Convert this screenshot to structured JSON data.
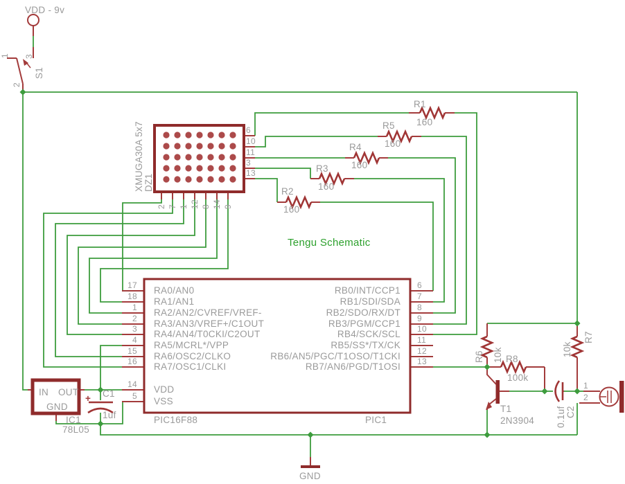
{
  "title": "Tengu Schematic",
  "colors": {
    "wire_green": "#3d9c3d",
    "symbol_red": "#a33b3b",
    "symbol_dark_red": "#8f2b2b",
    "led_dot_red": "#ac4a4a",
    "label_gray": "#9a9a9a",
    "title_green": "#2ca02c",
    "background": "#ffffff"
  },
  "power": {
    "label": "VDD - 9v",
    "switch": {
      "name": "S1",
      "pin1": "1",
      "pin2": "2",
      "pin3": "3"
    }
  },
  "matrix": {
    "part": "XMUGA30A 5x7",
    "name": "DZ1",
    "right_pins": [
      "6",
      "10",
      "11",
      "3",
      "13"
    ],
    "bottom_pins": [
      "2",
      "7",
      "1",
      "12",
      "8",
      "14",
      "9"
    ]
  },
  "resistors": {
    "r1": {
      "name": "R1",
      "value": "160"
    },
    "r2": {
      "name": "R2",
      "value": "160"
    },
    "r3": {
      "name": "R3",
      "value": "160"
    },
    "r4": {
      "name": "R4",
      "value": "160"
    },
    "r5": {
      "name": "R5",
      "value": "160"
    },
    "r6": {
      "name": "R6",
      "value": "10k"
    },
    "r7": {
      "name": "R7",
      "value": "10k"
    },
    "r8": {
      "name": "R8",
      "value": "100k"
    }
  },
  "mcu": {
    "part": "PIC16F88",
    "name": "PIC1",
    "left_pins": [
      {
        "num": "17",
        "label": "RA0/AN0"
      },
      {
        "num": "18",
        "label": "RA1/AN1"
      },
      {
        "num": "1",
        "label": "RA2/AN2/CVREF/VREF-"
      },
      {
        "num": "2",
        "label": "RA3/AN3/VREF+/C1OUT"
      },
      {
        "num": "3",
        "label": "RA4/AN4/T0CKI/C2OUT"
      },
      {
        "num": "4",
        "label": "RA5/MCRL*/VPP"
      },
      {
        "num": "15",
        "label": "RA6/OSC2/CLKO"
      },
      {
        "num": "16",
        "label": "RA7/OSC1/CLKI"
      }
    ],
    "right_pins": [
      {
        "num": "6",
        "label": "RB0/INT/CCP1"
      },
      {
        "num": "7",
        "label": "RB1/SDI/SDA"
      },
      {
        "num": "8",
        "label": "RB2/SDO/RX/DT"
      },
      {
        "num": "9",
        "label": "RB3/PGM/CCP1"
      },
      {
        "num": "10",
        "label": "RB4/SCK/SCL"
      },
      {
        "num": "11",
        "label": "RB5/SS*/TX/CK"
      },
      {
        "num": "12",
        "label": "RB6/AN5/PGC/T1OSO/T1CKI"
      },
      {
        "num": "13",
        "label": "RB7/AN6/PGD/T1OSI"
      }
    ],
    "vdd": {
      "num": "14",
      "label": "VDD"
    },
    "vss": {
      "num": "5",
      "label": "VSS"
    }
  },
  "regulator": {
    "name": "IC1",
    "part": "78L05",
    "pin_in": "IN",
    "pin_out": "OUT",
    "pin_gnd": "GND"
  },
  "c1": {
    "name": "C1",
    "value": "1uf",
    "polarity": "+"
  },
  "c2": {
    "name": "C2",
    "value": "0.1uf"
  },
  "transistor": {
    "name": "T1",
    "part": "2N3904"
  },
  "mic": {
    "pin1": "1",
    "pin2": "2"
  },
  "ground": {
    "label": "GND"
  }
}
